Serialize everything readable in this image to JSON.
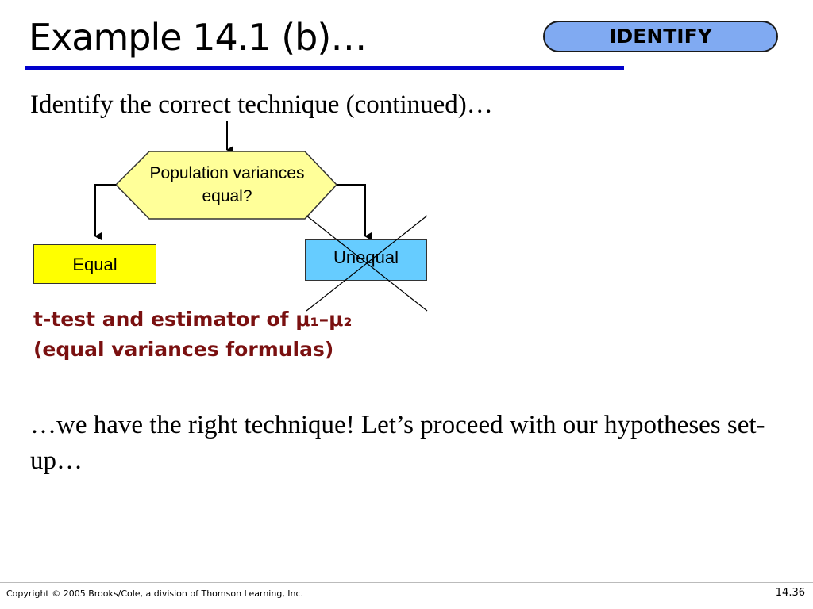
{
  "title": "Example 14.1 (b)…",
  "badge": {
    "label": "IDENTIFY",
    "color": "#80aaf2"
  },
  "subtitle": "Identify the correct technique (continued)…",
  "flowchart": {
    "decision": {
      "line1": "Population variances",
      "line2": "equal?",
      "fill": "#ffff99"
    },
    "left_outcome": {
      "label": "Equal",
      "fill": "#ffff00"
    },
    "right_outcome": {
      "label": "Unequal",
      "fill": "#66ccff",
      "crossed_out": true
    }
  },
  "result": {
    "line1": "t-test and estimator of  μ₁–μ₂",
    "line2": "(equal variances formulas)",
    "color": "#7a1010"
  },
  "conclusion": "…we have the right technique! Let’s proceed with our hypotheses set-up…",
  "footer": {
    "copyright": "Copyright © 2005 Brooks/Cole, a division of Thomson Learning, Inc.",
    "page_number": "14.36"
  }
}
